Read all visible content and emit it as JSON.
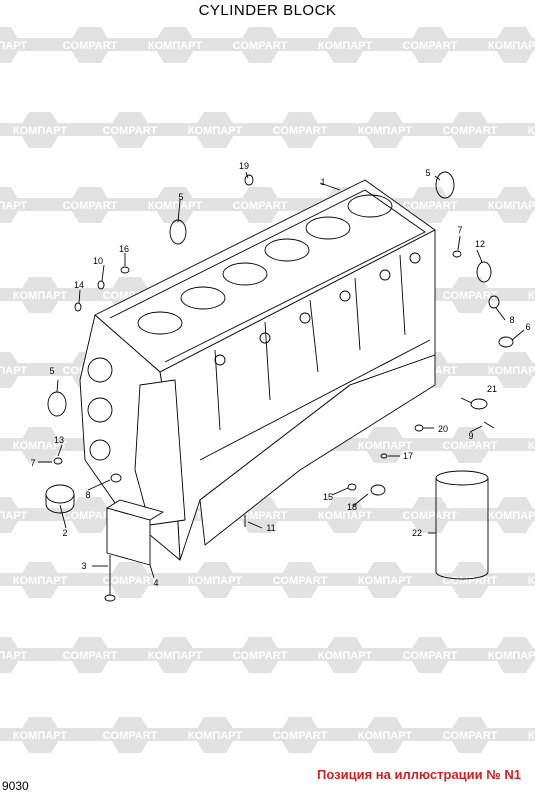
{
  "diagram": {
    "title": "CYLINDER BLOCK",
    "page_code": "9030",
    "caption": "Позиция на иллюстрации № N1",
    "watermark": {
      "left_text": "КОМПАРТ",
      "right_text": "COMPART",
      "color": "#e2e2e2"
    },
    "callouts": [
      "1",
      "2",
      "3",
      "4",
      "5",
      "5",
      "5",
      "6",
      "7",
      "7",
      "8",
      "8",
      "9",
      "10",
      "11",
      "12",
      "13",
      "14",
      "15",
      "16",
      "17",
      "18",
      "19",
      "20",
      "21",
      "22"
    ]
  }
}
